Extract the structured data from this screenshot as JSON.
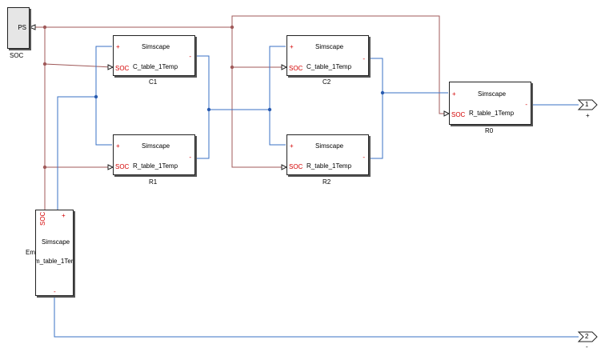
{
  "ps_block": {
    "port_label": "PS",
    "name": "SOC"
  },
  "blocks": [
    {
      "key": "c1",
      "title": "Simscape",
      "table": "C_table_1Temp",
      "soc": "SOC",
      "plus": "+",
      "minus": "-",
      "name": "C1"
    },
    {
      "key": "r1",
      "title": "Simscape",
      "table": "R_table_1Temp",
      "soc": "SOC",
      "plus": "+",
      "minus": "-",
      "name": "R1"
    },
    {
      "key": "c2",
      "title": "Simscape",
      "table": "C_table_1Temp",
      "soc": "SOC",
      "plus": "+",
      "minus": "-",
      "name": "C2"
    },
    {
      "key": "r2",
      "title": "Simscape",
      "table": "R_table_1Temp",
      "soc": "SOC",
      "plus": "+",
      "minus": "-",
      "name": "R2"
    },
    {
      "key": "r0",
      "title": "Simscape",
      "table": "R_table_1Temp",
      "soc": "SOC",
      "plus": "+",
      "minus": "-",
      "name": "R0"
    }
  ],
  "em_block": {
    "title": "Simscape",
    "table": "m_table_1Ter",
    "soc": "SOC",
    "plus": "+",
    "minus": "-",
    "name": "Em"
  },
  "ports": [
    {
      "number": "1",
      "sign": "+"
    },
    {
      "number": "2",
      "sign": "-"
    }
  ],
  "colors": {
    "signal_line": "#a05a5a",
    "conserving_line": "#3a72c4",
    "junction_signal": "#a05a5a",
    "junction_conserving": "#2a5cb0"
  }
}
